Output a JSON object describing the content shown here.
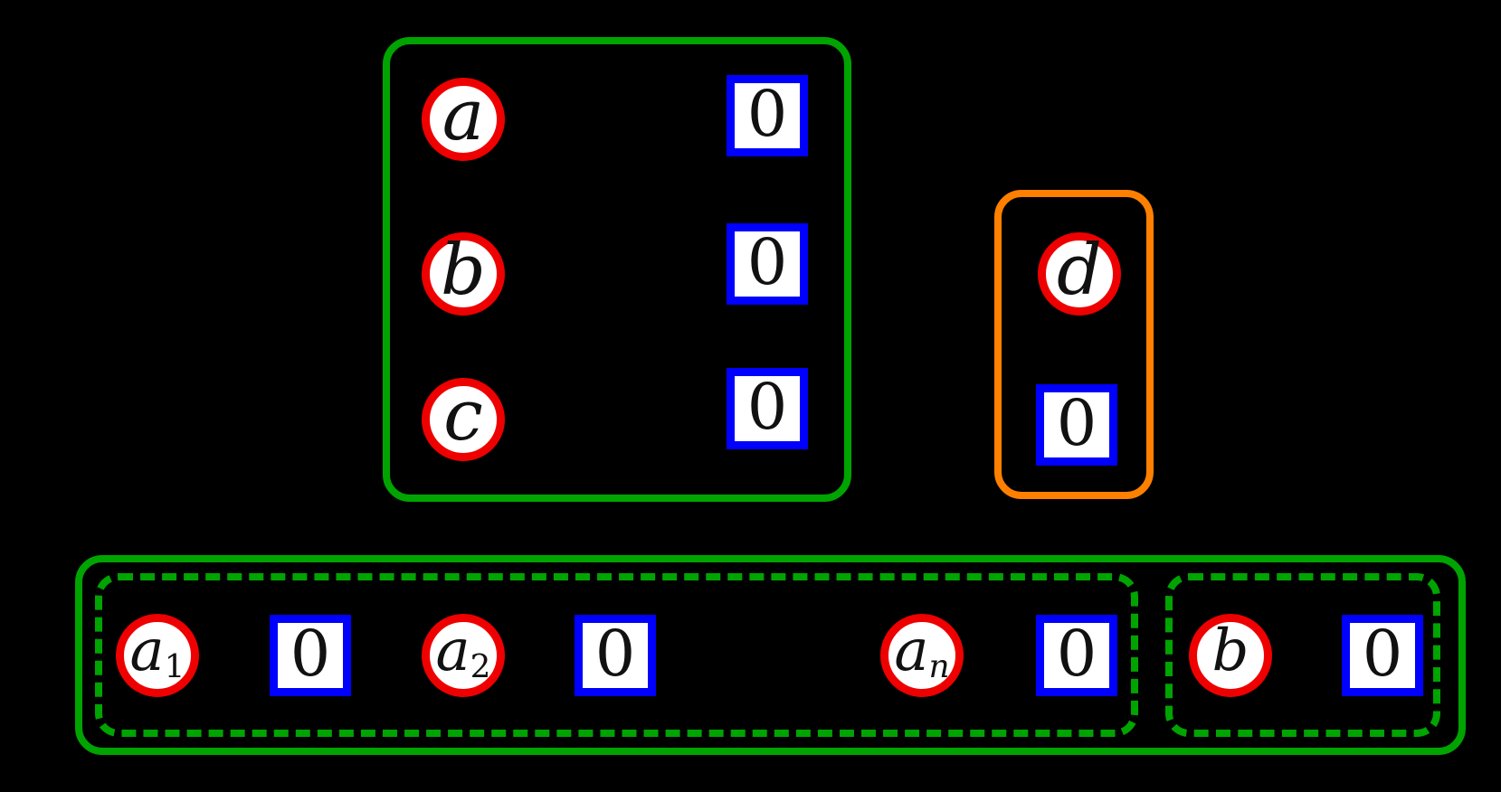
{
  "colors": {
    "background": "#000000",
    "green": "#00a400",
    "red": "#ee0000",
    "blue": "#0000ff",
    "orange": "#ff8000",
    "fill": "#ffffff",
    "ink": "#111111"
  },
  "top_left_group": {
    "rows": [
      {
        "node": "a",
        "count": "0"
      },
      {
        "node": "b",
        "count": "0"
      },
      {
        "node": "c",
        "count": "0"
      }
    ]
  },
  "top_right_group": {
    "node": "d",
    "count": "0"
  },
  "bottom_group": {
    "left_subgroup": {
      "items": [
        {
          "base": "a",
          "sub": "1",
          "count": "0"
        },
        {
          "base": "a",
          "sub": "2",
          "count": "0"
        },
        {
          "base": "a",
          "sub": "n",
          "count": "0"
        }
      ]
    },
    "right_subgroup": {
      "items": [
        {
          "base": "b",
          "sub": "",
          "count": "0"
        }
      ]
    }
  }
}
